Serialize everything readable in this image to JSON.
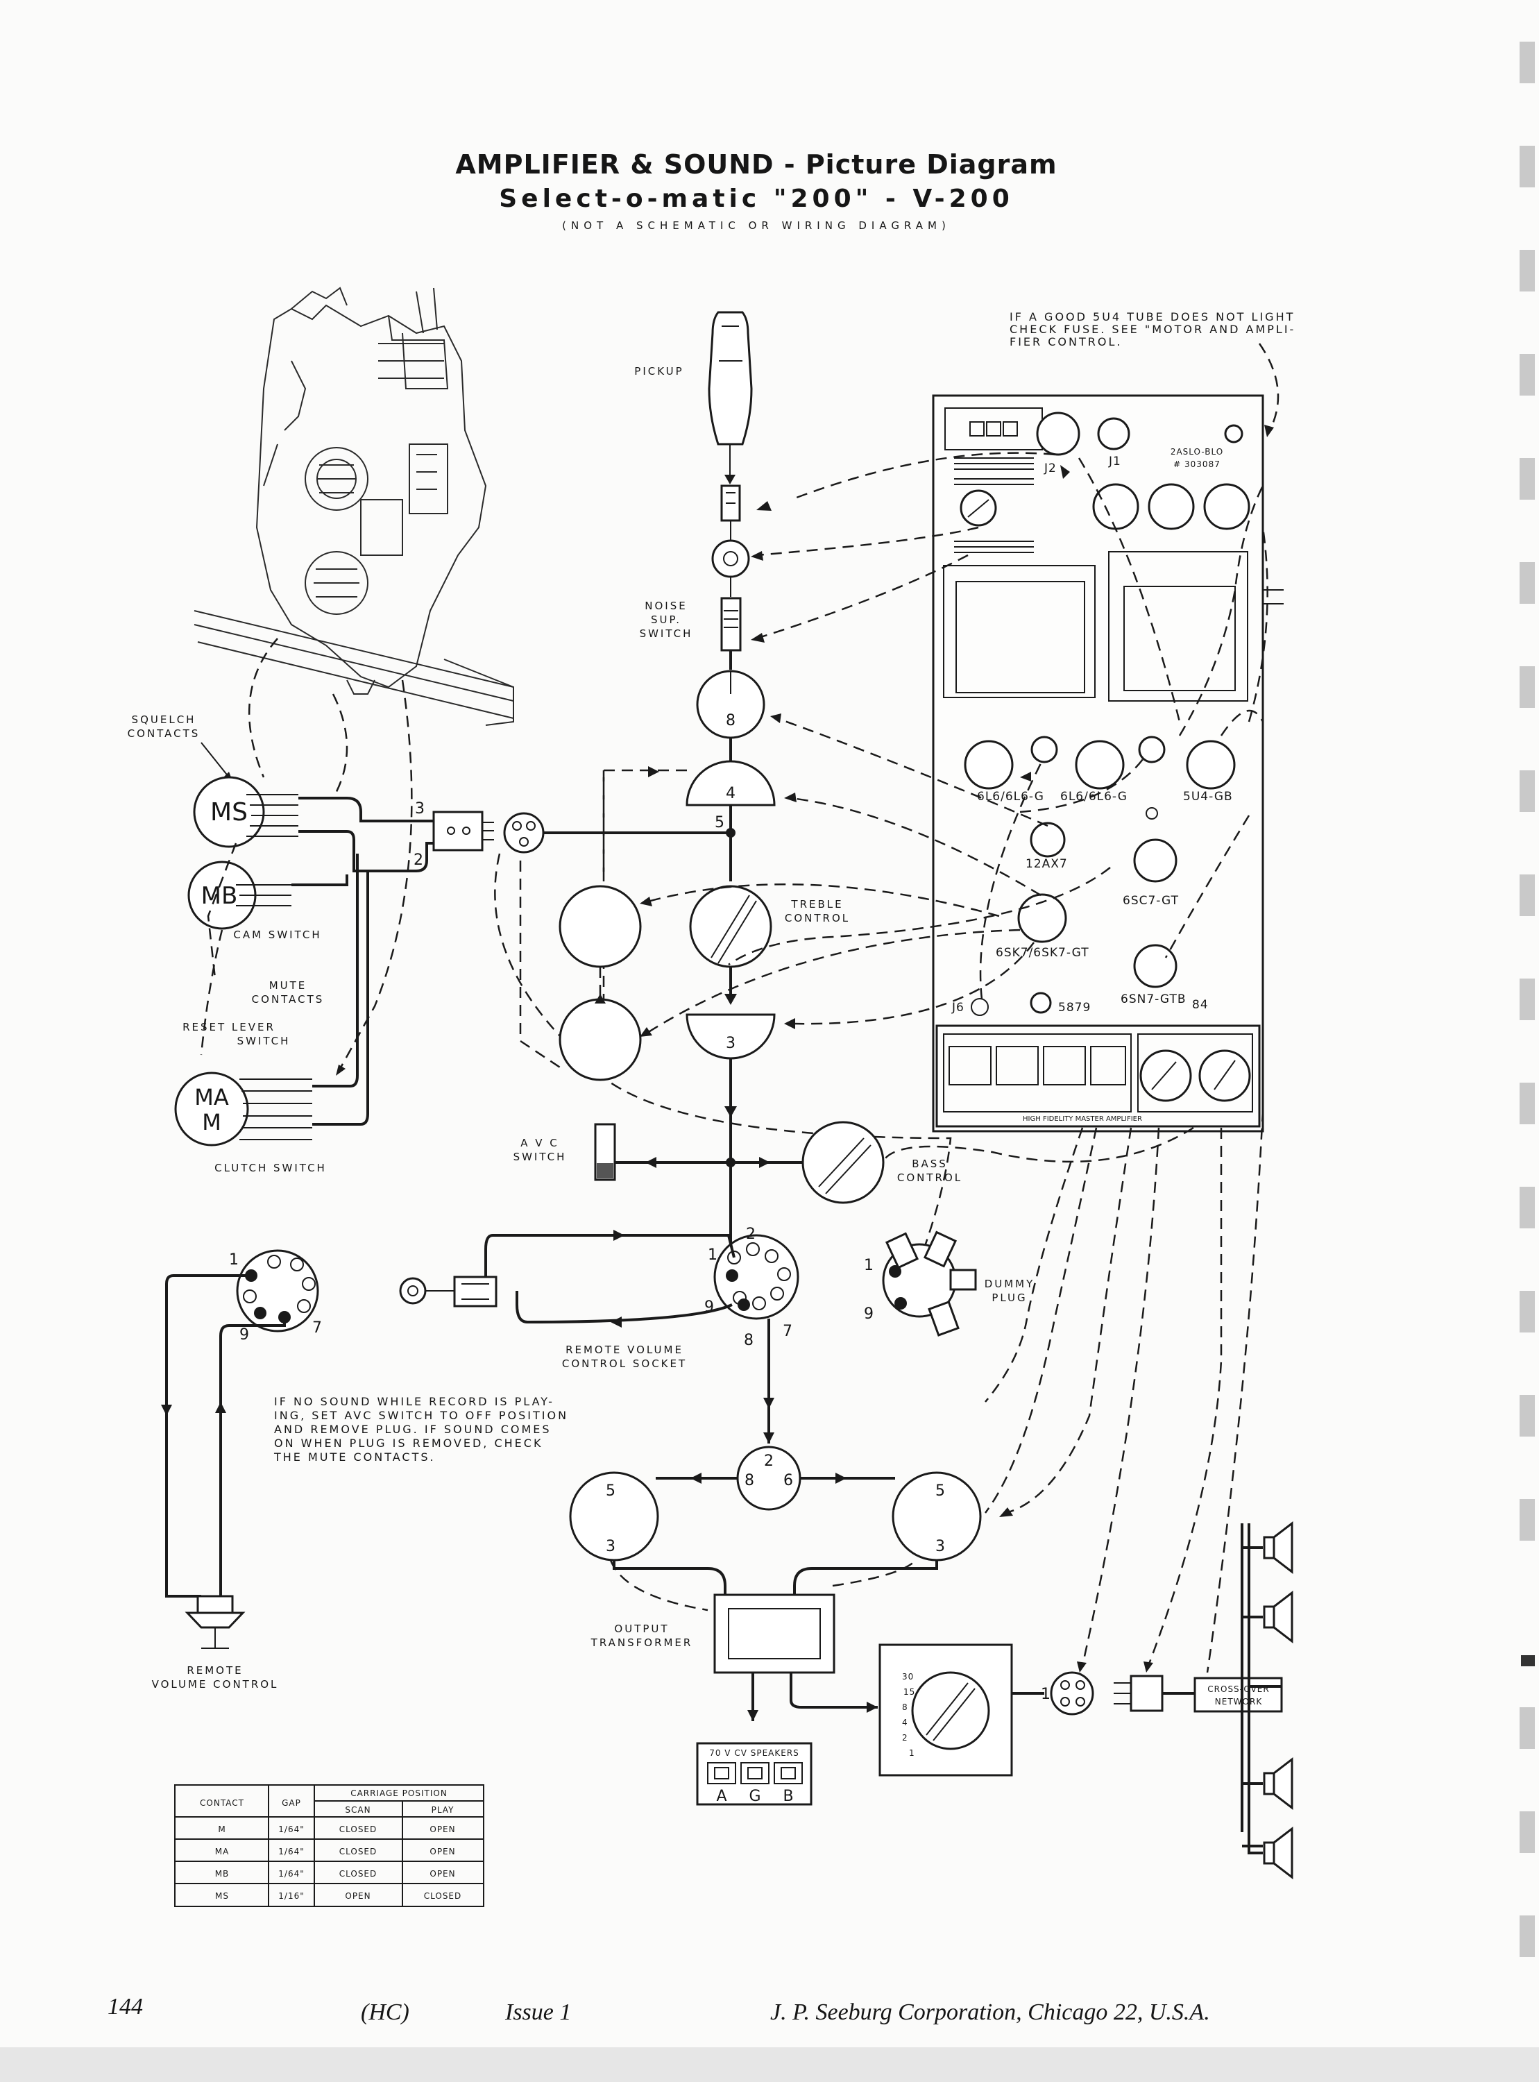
{
  "header": {
    "title_line1": "AMPLIFIER & SOUND - Picture Diagram",
    "title_line2": "Select-o-matic \"200\" - V-200",
    "title_line3": "(NOT A SCHEMATIC OR WIRING DIAGRAM)"
  },
  "labels": {
    "pickup": "PICKUP",
    "noise_sup_switch": [
      "NOISE",
      "SUP.",
      "SWITCH"
    ],
    "squelch_contacts": [
      "SQUELCH",
      "CONTACTS"
    ],
    "ms": "MS",
    "mb": "MB",
    "cam_switch": "CAM SWITCH",
    "mute_contacts": [
      "MUTE",
      "CONTACTS"
    ],
    "reset_lever_switch": [
      "RESET LEVER",
      "SWITCH"
    ],
    "ma_m": [
      "MA",
      "M"
    ],
    "clutch_switch": "CLUTCH SWITCH",
    "treble_control": [
      "TREBLE",
      "CONTROL"
    ],
    "avc_switch": [
      "A V C",
      "SWITCH"
    ],
    "bass_control": [
      "BASS",
      "CONTROL"
    ],
    "dummy_plug": [
      "DUMMY",
      "PLUG"
    ],
    "remote_volume_control_socket": [
      "REMOTE VOLUME",
      "CONTROL SOCKET"
    ],
    "remote_volume_control": [
      "REMOTE",
      "VOLUME CONTROL"
    ],
    "output_transformer": [
      "OUTPUT",
      "TRANSFORMER"
    ],
    "crossover_network": [
      "CROSS-OVER",
      "NETWORK"
    ],
    "cv_speakers": "70 V CV SPEAKERS",
    "agb": [
      "A",
      "G",
      "B"
    ]
  },
  "notes": {
    "fuse_note": [
      "IF A GOOD 5U4 TUBE DOES NOT LIGHT",
      "CHECK FUSE. SEE \"MOTOR AND AMPLI-",
      "FIER CONTROL."
    ],
    "no_sound_note": [
      "IF NO SOUND WHILE RECORD IS PLAY-",
      "ING, SET AVC SWITCH TO OFF POSITION",
      "AND REMOVE PLUG. IF SOUND COMES",
      "ON WHEN PLUG IS REMOVED, CHECK",
      "THE MUTE CONTACTS."
    ]
  },
  "amplifier": {
    "part_number": [
      "2ASLO-BLO",
      "# 303087"
    ],
    "jacks": [
      "J2",
      "J1",
      "J6"
    ],
    "tubes": [
      "6L6/6L6-G",
      "6L6/6L6-G",
      "5U4-GB",
      "12AX7",
      "6SC7-GT",
      "6SK7/6SK7-GT",
      "5879",
      "6SN7-GTB",
      "84"
    ],
    "panel_title": "HIGH FIDELITY MASTER AMPLIFIER"
  },
  "pin_numbers": {
    "plug_wires": [
      "3",
      "2"
    ],
    "tube_8": "8",
    "tube_4": "4",
    "node_5": "5",
    "tube_3": "3",
    "socket_pins": [
      "1",
      "2",
      "9",
      "7",
      "8"
    ],
    "dummy_pins": [
      "1",
      "9"
    ],
    "left_socket_pins": [
      "1",
      "9",
      "7"
    ],
    "output_plug_pins": [
      "2",
      "8",
      "6"
    ],
    "left_tube_pins": [
      "5",
      "3"
    ],
    "right_tube_pins": [
      "5",
      "3"
    ],
    "outlet_pin": "1",
    "switch_taps": [
      "30",
      "15",
      "8",
      "4",
      "2",
      "1"
    ]
  },
  "table": {
    "headers": [
      "CONTACT",
      "GAP",
      "CARRIAGE POSITION"
    ],
    "subheaders": [
      "SCAN",
      "PLAY"
    ],
    "rows": [
      [
        "M",
        "1/64\"",
        "CLOSED",
        "OPEN"
      ],
      [
        "MA",
        "1/64\"",
        "CLOSED",
        "OPEN"
      ],
      [
        "MB",
        "1/64\"",
        "CLOSED",
        "OPEN"
      ],
      [
        "MS",
        "1/16\"",
        "OPEN",
        "CLOSED"
      ]
    ]
  },
  "footer": {
    "page_number": "144",
    "code": "(HC)",
    "issue": "Issue 1",
    "company": "J. P. Seeburg Corporation, Chicago 22, U.S.A."
  }
}
